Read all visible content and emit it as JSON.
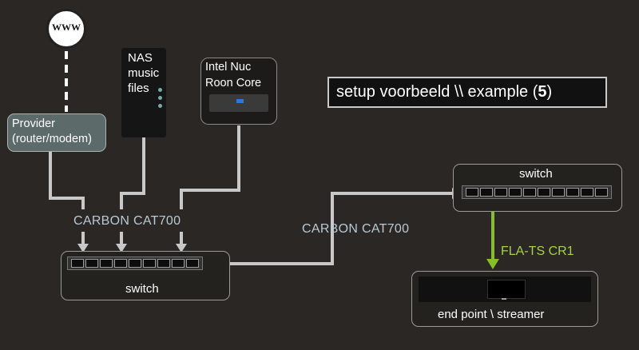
{
  "title": {
    "text_prefix": "setup voorbeeld \\\\ example (",
    "number": "5",
    "text_suffix": ")"
  },
  "globe": {
    "label": "WWW"
  },
  "provider": {
    "line1": "Provider",
    "line2": "(router/modem)"
  },
  "nas": {
    "line1": "NAS",
    "line2": "music",
    "line3": "files"
  },
  "nuc": {
    "line1": "Intel Nuc",
    "line2": "Roon Core"
  },
  "cable_left": {
    "label": "CARBON CAT700"
  },
  "cable_middle": {
    "label": "CARBON CAT700"
  },
  "switch_main": {
    "label": "switch"
  },
  "switch_remote": {
    "label": "switch"
  },
  "green_cable": {
    "label": "FLA-TS CR1"
  },
  "endpoint": {
    "label": "end point \\ streamer"
  },
  "colors": {
    "background": "#2a2724",
    "wire": "#c8c8c8",
    "green_wire": "#86bf2a",
    "green_label": "#a8d04a",
    "cable_label": "#b9c9d6",
    "provider_box": "#5c6a6a"
  }
}
